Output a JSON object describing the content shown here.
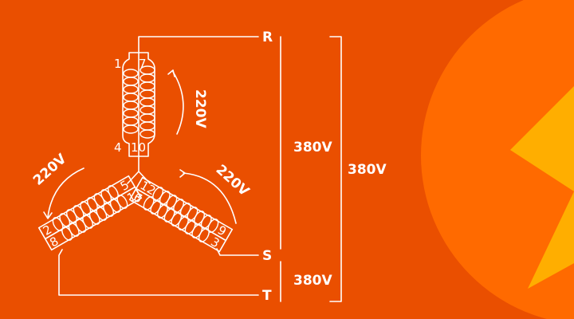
{
  "colors": {
    "background": "#ea4f00",
    "decor_circle": "#ff6a00",
    "decor_bolt": "#ffae00",
    "line": "#ffffff"
  },
  "diagram": {
    "terminals": [
      "R",
      "S",
      "T"
    ],
    "winding_top": {
      "pins": [
        "1",
        "7",
        "4",
        "10"
      ],
      "voltage": "220V"
    },
    "winding_left": {
      "pins": [
        "5",
        "11",
        "2",
        "8"
      ],
      "voltage": "220V"
    },
    "winding_right": {
      "pins": [
        "12",
        "6",
        "9",
        "3"
      ],
      "voltage": "220V"
    },
    "line_voltages": {
      "R_S": "380V",
      "R_T": "380V",
      "S_T": "380V"
    }
  },
  "icons": [
    "lightning-bolt-icon",
    "arrow-icon"
  ]
}
